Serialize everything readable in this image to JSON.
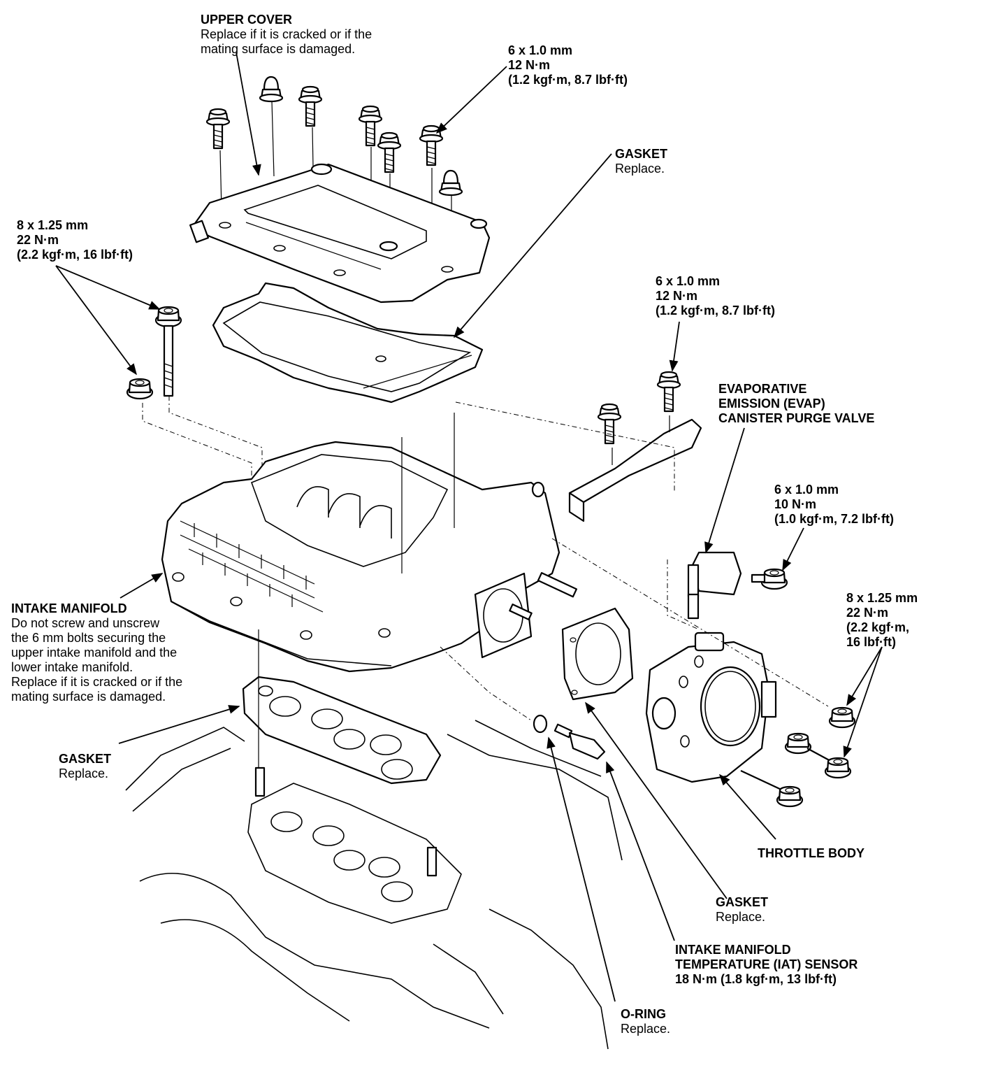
{
  "diagram": {
    "type": "exploded-parts-view",
    "subject": "Intake manifold assembly"
  },
  "callouts": {
    "upper_cover": {
      "title": "UPPER COVER",
      "lines": [
        "Replace if it is cracked or if the",
        "mating surface is damaged."
      ]
    },
    "cover_bolt_spec": {
      "lines": [
        "6 x 1.0 mm",
        "12 N·m",
        "(1.2 kgf·m, 8.7 lbf·ft)"
      ]
    },
    "upper_gasket": {
      "title": "GASKET",
      "lines": [
        "Replace."
      ]
    },
    "manifold_bolt_spec": {
      "lines": [
        "8 x 1.25 mm",
        "22 N·m",
        "(2.2 kgf·m, 16 lbf·ft)"
      ]
    },
    "bracket_bolt_spec": {
      "lines": [
        "6 x 1.0 mm",
        "12 N·m",
        "(1.2 kgf·m, 8.7 lbf·ft)"
      ]
    },
    "evap_valve": {
      "title_lines": [
        "EVAPORATIVE",
        "EMISSION (EVAP)",
        "CANISTER PURGE VALVE"
      ]
    },
    "evap_bolt_spec": {
      "lines": [
        "6 x 1.0 mm",
        "10 N·m",
        "(1.0 kgf·m, 7.2 lbf·ft)"
      ]
    },
    "throttle_bolt_spec": {
      "lines": [
        "8 x 1.25 mm",
        "22 N·m",
        "(2.2 kgf·m,",
        "16 lbf·ft)"
      ]
    },
    "intake_manifold": {
      "title": "INTAKE MANIFOLD",
      "lines": [
        "Do not screw and unscrew",
        "the 6 mm bolts securing the",
        "upper intake manifold and the",
        "lower intake manifold.",
        "Replace if it is cracked or if the",
        "mating surface is damaged."
      ]
    },
    "lower_gasket": {
      "title": "GASKET",
      "lines": [
        "Replace."
      ]
    },
    "throttle_body": {
      "title": "THROTTLE BODY"
    },
    "throttle_gasket": {
      "title": "GASKET",
      "lines": [
        "Replace."
      ]
    },
    "iat_sensor": {
      "title_lines": [
        "INTAKE MANIFOLD",
        "TEMPERATURE (IAT) SENSOR",
        "18 N·m (1.8 kgf·m, 13 lbf·ft)"
      ]
    },
    "o_ring": {
      "title": "O-RING",
      "lines": [
        "Replace."
      ]
    }
  },
  "colors": {
    "ink": "#000000",
    "paper": "#ffffff"
  }
}
